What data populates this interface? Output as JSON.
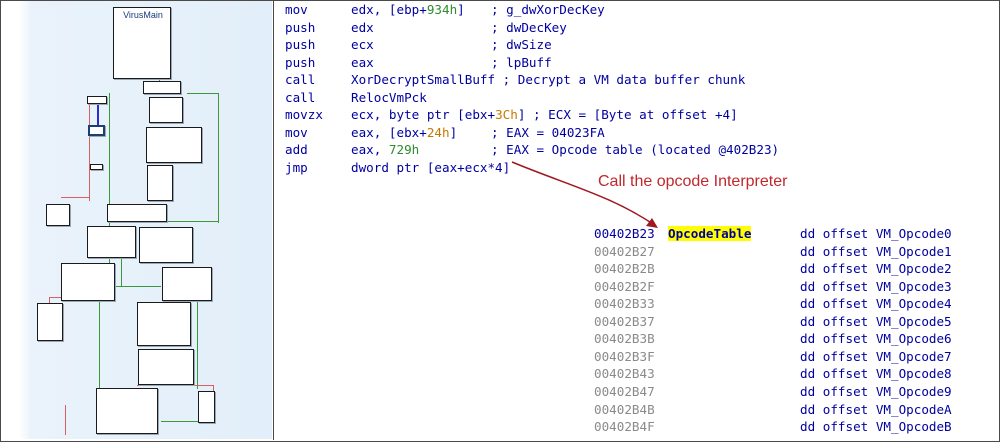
{
  "graph_overview": {
    "entry_node_label": "VirusMain"
  },
  "disassembly": [
    {
      "mnemonic": "mov",
      "operand_parts": [
        {
          "t": "edx, [ebp+",
          "k": "plain"
        },
        {
          "t": "934h",
          "k": "num"
        },
        {
          "t": "]",
          "k": "plain"
        }
      ],
      "comment": "; g_dwXorDecKey"
    },
    {
      "mnemonic": "push",
      "operand_parts": [
        {
          "t": "edx",
          "k": "plain"
        }
      ],
      "comment": "; dwDecKey"
    },
    {
      "mnemonic": "push",
      "operand_parts": [
        {
          "t": "ecx",
          "k": "plain"
        }
      ],
      "comment": "; dwSize"
    },
    {
      "mnemonic": "push",
      "operand_parts": [
        {
          "t": "eax",
          "k": "plain"
        }
      ],
      "comment": "; lpBuff"
    },
    {
      "mnemonic": "call",
      "operand_parts": [
        {
          "t": "XorDecryptSmallBuff",
          "k": "plain"
        }
      ],
      "comment": "; Decrypt a VM data buffer chunk"
    },
    {
      "mnemonic": "call",
      "operand_parts": [
        {
          "t": "RelocVmPck",
          "k": "plain"
        }
      ],
      "comment": ""
    },
    {
      "mnemonic": "movzx",
      "operand_parts": [
        {
          "t": "ecx, byte ptr [ebx+",
          "k": "plain"
        },
        {
          "t": "3Ch",
          "k": "ofs"
        },
        {
          "t": "]",
          "k": "plain"
        }
      ],
      "comment": "; ECX = [Byte at offset +4]"
    },
    {
      "mnemonic": "mov",
      "operand_parts": [
        {
          "t": "eax, [ebx+",
          "k": "plain"
        },
        {
          "t": "24h",
          "k": "ofs"
        },
        {
          "t": "]",
          "k": "plain"
        }
      ],
      "comment": "; EAX = 04023FA"
    },
    {
      "mnemonic": "add",
      "operand_parts": [
        {
          "t": "eax, ",
          "k": "plain"
        },
        {
          "t": "729h",
          "k": "num"
        }
      ],
      "comment": "; EAX = Opcode table (located @402B23)"
    },
    {
      "mnemonic": "jmp",
      "operand_parts": [
        {
          "t": "dword ptr [eax+ecx*4]",
          "k": "plain"
        }
      ],
      "comment": ""
    }
  ],
  "annotation": "Call the opcode Interpreter",
  "opcode_table": {
    "label": "OpcodeTable",
    "rows": [
      {
        "address": "00402B23",
        "directive": "dd offset VM_Opcode0"
      },
      {
        "address": "00402B27",
        "directive": "dd offset VM_Opcode1"
      },
      {
        "address": "00402B2B",
        "directive": "dd offset VM_Opcode2"
      },
      {
        "address": "00402B2F",
        "directive": "dd offset VM_Opcode3"
      },
      {
        "address": "00402B33",
        "directive": "dd offset VM_Opcode4"
      },
      {
        "address": "00402B37",
        "directive": "dd offset VM_Opcode5"
      },
      {
        "address": "00402B3B",
        "directive": "dd offset VM_Opcode6"
      },
      {
        "address": "00402B3F",
        "directive": "dd offset VM_Opcode7"
      },
      {
        "address": "00402B43",
        "directive": "dd offset VM_Opcode8"
      },
      {
        "address": "00402B47",
        "directive": "dd offset VM_Opcode9"
      },
      {
        "address": "00402B4B",
        "directive": "dd offset VM_OpcodeA"
      },
      {
        "address": "00402B4F",
        "directive": "dd offset VM_OpcodeB"
      }
    ]
  },
  "colors": {
    "code": "#0000a0",
    "number": "#2e8b2e",
    "offset": "#c47800",
    "address": "#8a8a8a",
    "annotation": "#c1282d",
    "highlight": "#ffff00"
  }
}
